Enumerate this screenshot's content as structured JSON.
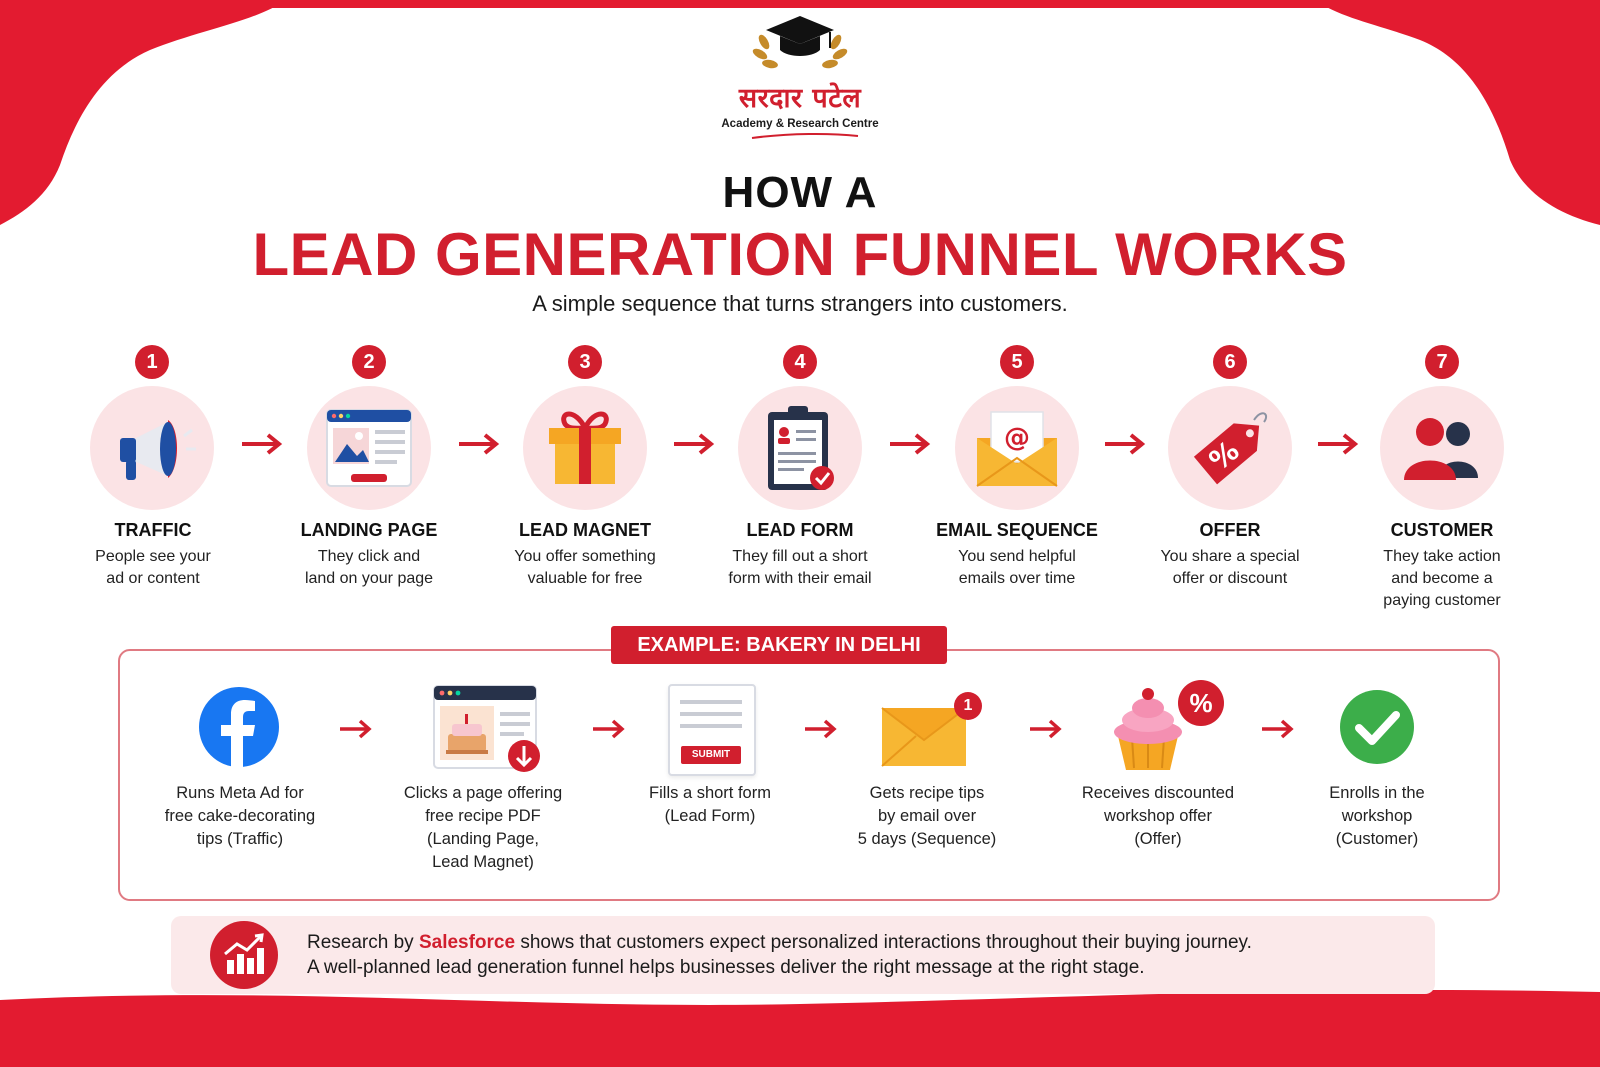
{
  "logo": {
    "hindi": "सरदार पटेल",
    "subtitle": "Academy & Research Centre"
  },
  "title": {
    "line1": "HOW A",
    "line2": "LEAD GENERATION FUNNEL WORKS",
    "subtitle": "A simple sequence that turns strangers into customers."
  },
  "steps": [
    {
      "number": "1",
      "title": "TRAFFIC",
      "desc1": "People see your",
      "desc2": "ad or content",
      "desc3": "",
      "icon": "megaphone-icon"
    },
    {
      "number": "2",
      "title": "LANDING PAGE",
      "desc1": "They click and",
      "desc2": "land on your page",
      "desc3": "",
      "icon": "webpage-icon"
    },
    {
      "number": "3",
      "title": "LEAD MAGNET",
      "desc1": "You offer something",
      "desc2": "valuable for free",
      "desc3": "",
      "icon": "gift-icon"
    },
    {
      "number": "4",
      "title": "LEAD FORM",
      "desc1": "They fill out a short",
      "desc2": "form with their email",
      "desc3": "",
      "icon": "clipboard-icon"
    },
    {
      "number": "5",
      "title": "EMAIL SEQUENCE",
      "desc1": "You send helpful",
      "desc2": "emails over time",
      "desc3": "",
      "icon": "email-envelope-icon"
    },
    {
      "number": "6",
      "title": "OFFER",
      "desc1": "You share a special",
      "desc2": "offer or discount",
      "desc3": "",
      "icon": "discount-tag-icon"
    },
    {
      "number": "7",
      "title": "CUSTOMER",
      "desc1": "They take action",
      "desc2": "and become a",
      "desc3": "paying customer",
      "icon": "customers-icon"
    }
  ],
  "example": {
    "label": "EXAMPLE: BAKERY IN DELHI",
    "items": [
      {
        "lines": [
          "Runs Meta Ad for",
          "free cake-decorating",
          "tips (Traffic)"
        ],
        "icon": "facebook-icon"
      },
      {
        "lines": [
          "Clicks a page offering",
          "free recipe PDF",
          "(Landing Page,",
          "Lead Magnet)"
        ],
        "icon": "recipe-page-download-icon"
      },
      {
        "lines": [
          "Fills a short form",
          "(Lead Form)"
        ],
        "icon": "form-icon",
        "button_label": "SUBMIT"
      },
      {
        "lines": [
          "Gets recipe tips",
          "by email over",
          "5 days (Sequence)"
        ],
        "icon": "envelope-notification-icon",
        "badge": "1"
      },
      {
        "lines": [
          "Receives discounted",
          "workshop offer",
          "(Offer)"
        ],
        "icon": "cupcake-discount-icon",
        "badge": "%"
      },
      {
        "lines": [
          "Enrolls in the",
          "workshop",
          "(Customer)"
        ],
        "icon": "check-circle-icon"
      }
    ]
  },
  "research": {
    "prefix": "Research by ",
    "brand": "Salesforce",
    "suffix": " shows that customers expect personalized interactions throughout their buying journey.",
    "line2": "A well-planned lead generation funnel helps businesses deliver the right message at the right stage.",
    "icon": "growth-chart-icon"
  },
  "colors": {
    "accent": "#d11f2e",
    "soft_pink": "#fbe3e5",
    "box_border": "#e07a82"
  }
}
